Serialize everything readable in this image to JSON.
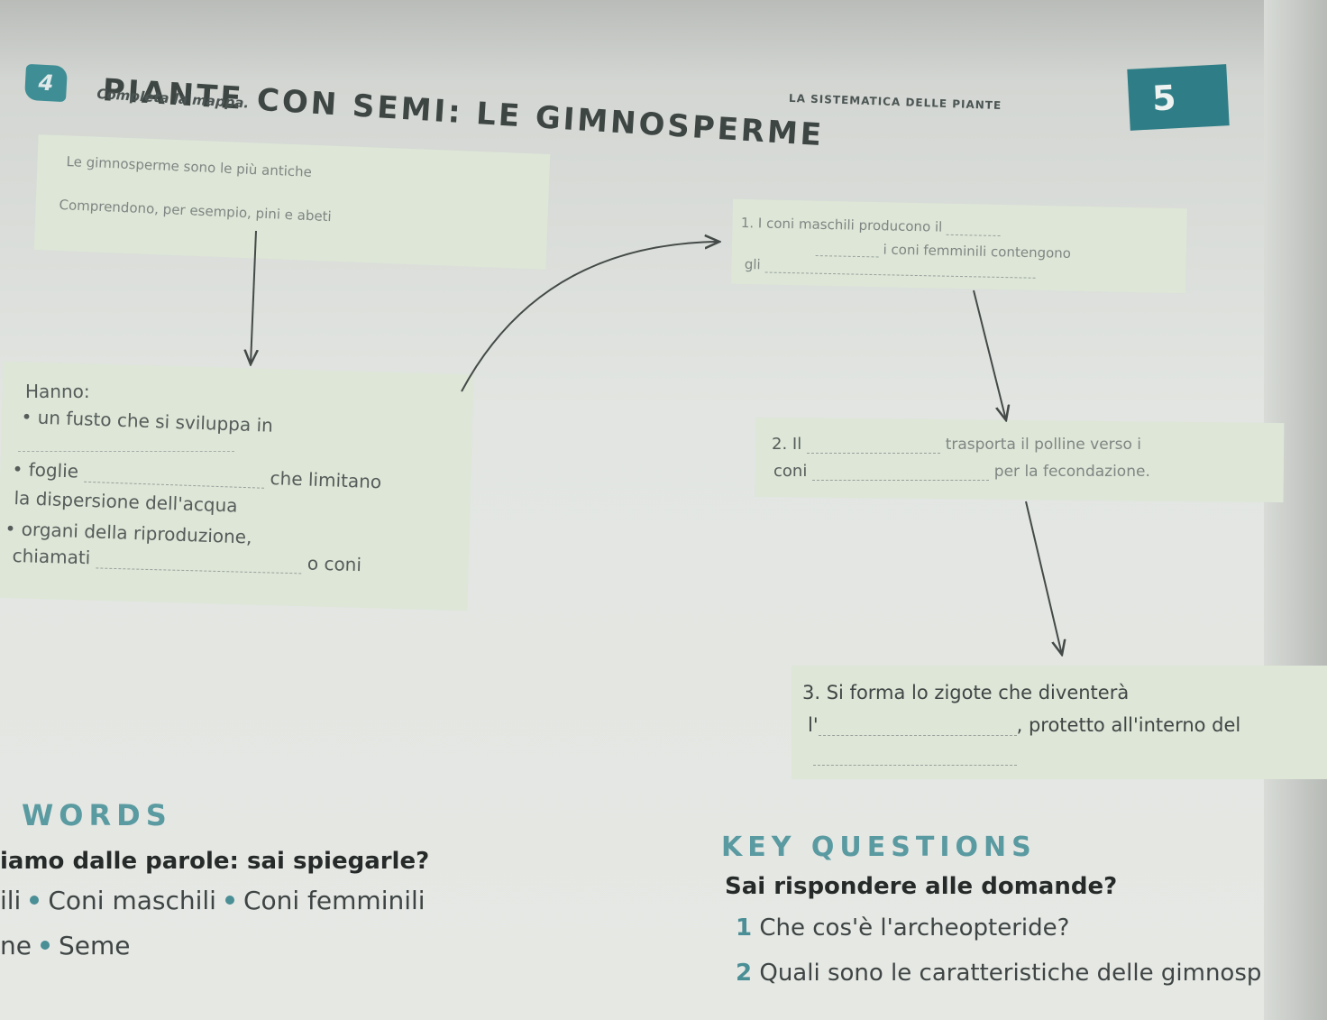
{
  "exercise": {
    "number": "4",
    "title": "PIANTE CON SEMI: LE GIMNOSPERME",
    "instruction": "Completa la mappa."
  },
  "chapter": {
    "label": "LA SISTEMATICA DELLE PIANTE",
    "number": "5"
  },
  "map": {
    "intro": {
      "line1": "Le gimnosperme sono le più antiche",
      "line2": "Comprendono, per esempio, pini e abeti"
    },
    "features": {
      "heading": "Hanno:",
      "item1": "un fusto che si sviluppa in",
      "item2_a": "foglie",
      "item2_b": "che limitano",
      "item2_c": "la dispersione dell'acqua",
      "item3_a": "organi della riproduzione,",
      "item3_b": "chiamati",
      "item3_c": "o coni"
    },
    "step1": {
      "line1": "1. I coni maschili producono il",
      "line2": "i coni femminili contengono",
      "line3": "gli"
    },
    "step2": {
      "a": "2. Il",
      "b": "trasporta il polline verso i",
      "c": "coni",
      "d": "per la fecondazione."
    },
    "step3": {
      "line1": "3. Si forma lo zigote che diventerà",
      "line2_a": "l'",
      "line2_b": ", protetto all'interno del"
    }
  },
  "words": {
    "heading": "WORDS",
    "prompt": "iamo dalle parole: sai spiegarle?",
    "row1": [
      "ili",
      "Coni maschili",
      "Coni femminili"
    ],
    "row2": [
      "ne",
      "Seme"
    ]
  },
  "key_questions": {
    "heading": "KEY QUESTIONS",
    "prompt": "Sai rispondere alle domande?",
    "q1_num": "1",
    "q1": "Che cos'è l'archeopteride?",
    "q2_num": "2",
    "q2": "Quali sono le caratteristiche delle gimnosp"
  }
}
